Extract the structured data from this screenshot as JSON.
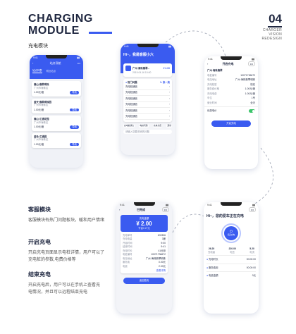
{
  "header": {
    "title_line1": "CHARGING",
    "title_line2": "MODULE",
    "subtitle": "充电模块",
    "number": "04",
    "brand_lines": [
      "CHARGER",
      "VISION",
      "REDESIGN"
    ]
  },
  "sections": [
    {
      "title": "客服模块",
      "desc": [
        "客服模块有热门问题板块，暖和用户情绪"
      ]
    },
    {
      "title": "开启充电",
      "desc": [
        "开启充电页面显示电桩详情，用户可以了",
        "充电桩的参数,电费价格等"
      ]
    },
    {
      "title": "结束充电",
      "desc": [
        "开启充电后，用户可以在手机上查看充",
        "电情况，并且可以远程结束充电"
      ]
    }
  ],
  "phone1": {
    "status": "9:41",
    "title": "站点导航",
    "tabs": [
      "站点列表",
      "附近站点"
    ],
    "cards": [
      {
        "name": "翡山·翡翠明珠",
        "addr": "广州市海珠区",
        "price": "1.00元/度",
        "btn": "导航"
      },
      {
        "name": "蓝天·翡翠明珠园",
        "addr": "广州市海珠区",
        "price": "1.00元/度",
        "btn": "导航"
      },
      {
        "name": "翡山·汇通花园",
        "addr": "广州市海珠区",
        "price": "1.00元/度",
        "btn": "导航"
      },
      {
        "name": "蓝色·汇通园",
        "addr": "广州市海珠区",
        "price": "1.00元/度",
        "btn": "导航"
      }
    ]
  },
  "phone2": {
    "status": "9:41",
    "greeting": "Hi~，我是客服小六",
    "card_title": "广州·海珠翡翠...",
    "card_price": "¥ 2.00",
    "card_sub": "2019.04.16 10:00",
    "hot_label": "热门问题",
    "switch_label": "换一换",
    "questions": [
      "充电桩通信",
      "充电桩通信",
      "充电桩通信",
      "充电桩通信",
      "充电桩通信",
      "充电桩通信"
    ],
    "quick": [
      "充电桩通信",
      "电桩问题",
      "充电付费",
      "其他"
    ],
    "input_placeholder": "请输入您要咨询的问题"
  },
  "phone3": {
    "status": "9:41",
    "title": "开启充电",
    "station": "广州·海珠翡翠",
    "rows": [
      {
        "k": "电桩编号",
        "v": "10071736672"
      },
      {
        "k": "电站地址",
        "v": "广州·海珠翡翠明珠"
      },
      {
        "k": "充电桩型",
        "v": "快充"
      },
      {
        "k": "服务费价格",
        "v": "1.00元/度"
      },
      {
        "k": "充电电费",
        "v": "1.00元/度"
      },
      {
        "k": "车位",
        "v": "1号"
      },
      {
        "k": "营业时间",
        "v": "全天"
      }
    ],
    "toggle_label": "优惠电价",
    "button": "开启充电"
  },
  "phone4": {
    "status": "9:41",
    "title": "已完成",
    "amount_label": "充电金额",
    "amount": "¥ 2.00",
    "amount_sub": "节省0.27元",
    "rows": [
      {
        "k": "充电单号",
        "v": "100336"
      },
      {
        "k": "充电电量",
        "v": "3度"
      },
      {
        "k": "开始时间",
        "v": "9:00"
      },
      {
        "k": "结束时间",
        "v": "9:41"
      },
      {
        "k": "充电时长",
        "v": "41分钟"
      },
      {
        "k": "电桩编号",
        "v": "10071736672"
      },
      {
        "k": "电站地址",
        "v": "广州·海珠翡翠明珠"
      },
      {
        "k": "服务费",
        "v": "0.00元"
      },
      {
        "k": "电费",
        "v": "2.00元"
      }
    ],
    "link": "查看详情",
    "button": "返回首页"
  },
  "phone5": {
    "status": "9:41",
    "greeting": "Hi~，您的爱车正在充电",
    "ring_label": "结束充电",
    "stats": [
      {
        "v": "26.20",
        "k": "充电量"
      },
      {
        "v": "220.00",
        "k": "电压"
      },
      {
        "v": "5.20",
        "k": "电流"
      }
    ],
    "rows": [
      {
        "k": "充电时长",
        "v": "00:00:00"
      },
      {
        "k": "服务费用",
        "v": "00:00:00"
      },
      {
        "k": "电费金额",
        "v": "0元"
      }
    ]
  }
}
